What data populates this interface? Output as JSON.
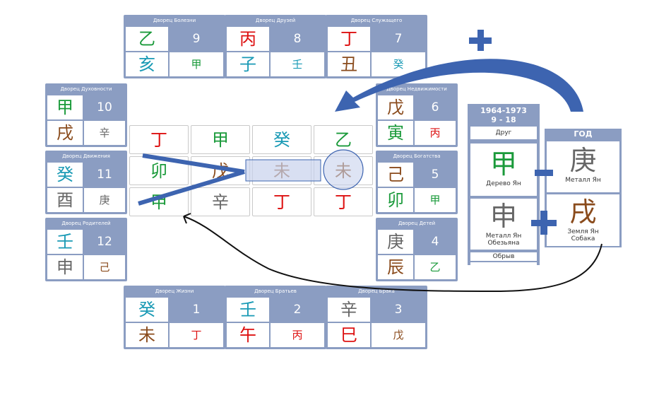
{
  "palaces": {
    "illness": {
      "title": "Дворец Болезни",
      "stem": "乙",
      "num": "9",
      "branch": "亥",
      "hidden": "甲"
    },
    "friends": {
      "title": "Дворец Друзей",
      "stem": "丙",
      "num": "8",
      "branch": "子",
      "hidden": "壬"
    },
    "servants": {
      "title": "Дворец Служащего",
      "stem": "丁",
      "num": "7",
      "branch": "丑",
      "hidden": "癸"
    },
    "spirit": {
      "title": "Дворец Духовности",
      "stem": "甲",
      "num": "10",
      "branch": "戌",
      "hidden": "辛"
    },
    "realestate": {
      "title": "Дворец Недвижимости",
      "stem": "戊",
      "num": "6",
      "branch": "寅",
      "hidden": "丙"
    },
    "movement": {
      "title": "Дворец Движения",
      "stem": "癸",
      "num": "11",
      "branch": "酉",
      "hidden": "庚"
    },
    "wealth": {
      "title": "Дворец Богатства",
      "stem": "己",
      "num": "5",
      "branch": "卯",
      "hidden": "甲"
    },
    "parents": {
      "title": "Дворец Родителей",
      "stem": "壬",
      "num": "12",
      "branch": "申",
      "hidden": "己"
    },
    "children": {
      "title": "Дворец Детей",
      "stem": "庚",
      "num": "4",
      "branch": "辰",
      "hidden": "乙"
    },
    "life": {
      "title": "Дворец Жизни",
      "stem": "癸",
      "num": "1",
      "branch": "未",
      "hidden": "丁"
    },
    "siblings": {
      "title": "Дворец Братьев",
      "stem": "壬",
      "num": "2",
      "branch": "午",
      "hidden": "丙"
    },
    "marriage": {
      "title": "Дворец Брака",
      "stem": "辛",
      "num": "3",
      "branch": "巳",
      "hidden": "戊"
    }
  },
  "grid": {
    "row1": [
      "丁",
      "甲",
      "癸",
      "乙"
    ],
    "row2": [
      "卯",
      "戊",
      "未",
      "未"
    ],
    "row3": [
      "甲",
      "辛",
      "丁",
      "丁"
    ]
  },
  "luck_card": {
    "years": "1964-1973",
    "ages": "9 - 18",
    "role": "Друг",
    "stem": "甲",
    "stem_label": "Дерево Ян",
    "branch": "申",
    "branch_label1": "Металл Ян",
    "branch_label2": "Обезьяна",
    "footer": "Обрыв"
  },
  "year_card": {
    "header": "ГОД",
    "stem": "庚",
    "stem_label": "Металл Ян",
    "branch": "戌",
    "branch_label1": "Земля Ян",
    "branch_label2": "Собака"
  },
  "colors": {
    "panel": "#8b9dc2",
    "arrow_blue": "#3d64b0",
    "highlight": "#c8d2ec",
    "wood": "#1a9a3a",
    "fire": "#dd1111",
    "earth": "#8a4b1c",
    "metal": "#666666",
    "water": "#1a9ab5"
  }
}
